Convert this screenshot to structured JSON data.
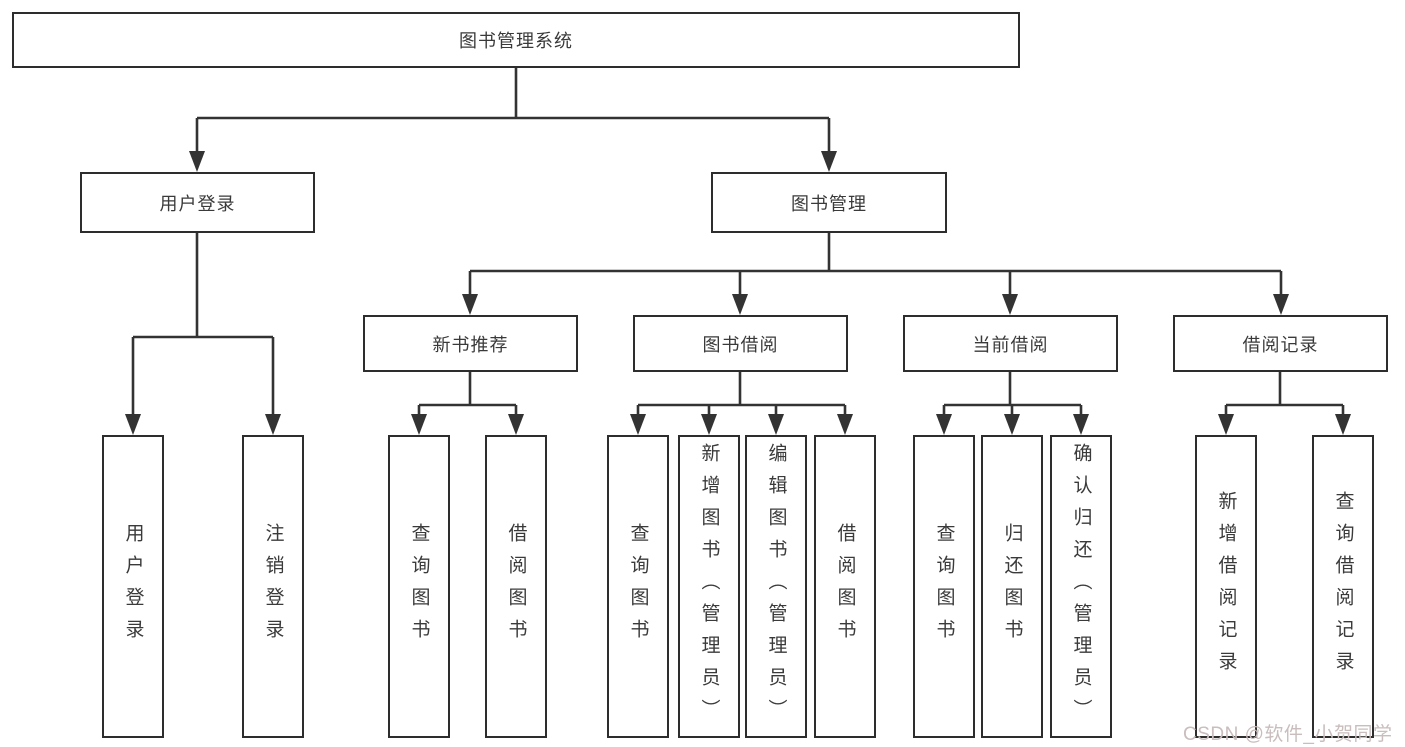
{
  "nodes": {
    "root": {
      "label": "图书管理系统"
    },
    "level2": [
      {
        "label": "用户登录"
      },
      {
        "label": "图书管理"
      }
    ],
    "level3": [
      {
        "label": "新书推荐",
        "parent": "图书管理"
      },
      {
        "label": "图书借阅",
        "parent": "图书管理"
      },
      {
        "label": "当前借阅",
        "parent": "图书管理"
      },
      {
        "label": "借阅记录",
        "parent": "图书管理"
      }
    ],
    "leaves": [
      {
        "label": "用户登录",
        "parent": "用户登录"
      },
      {
        "label": "注销登录",
        "parent": "用户登录"
      },
      {
        "label": "查询图书",
        "parent": "新书推荐"
      },
      {
        "label": "借阅图书",
        "parent": "新书推荐"
      },
      {
        "label": "查询图书",
        "parent": "图书借阅"
      },
      {
        "label": "新增图书（管理员）",
        "parent": "图书借阅"
      },
      {
        "label": "编辑图书（管理员）",
        "parent": "图书借阅"
      },
      {
        "label": "借阅图书",
        "parent": "图书借阅"
      },
      {
        "label": "查询图书",
        "parent": "当前借阅"
      },
      {
        "label": "归还图书",
        "parent": "当前借阅"
      },
      {
        "label": "确认归还（管理员）",
        "parent": "当前借阅"
      },
      {
        "label": "新增借阅记录",
        "parent": "借阅记录"
      },
      {
        "label": "查询借阅记录",
        "parent": "借阅记录"
      }
    ]
  },
  "watermark": {
    "text": "CSDN @软件_小贺同学"
  },
  "colors": {
    "line": "#333333",
    "box_border": "#2d2d2d",
    "text": "#3a3a3a",
    "watermark": "#c9bdbd",
    "background": "#ffffff"
  }
}
